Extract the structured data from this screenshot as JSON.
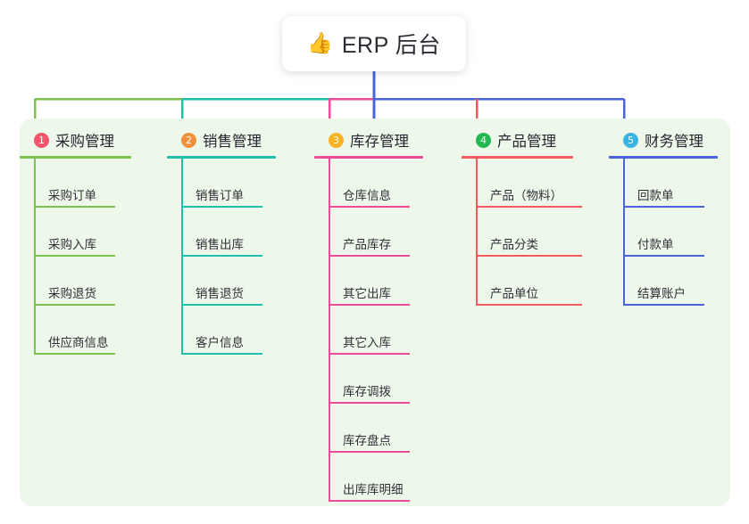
{
  "diagram": {
    "type": "mind-map",
    "root": {
      "icon": "thumbs-up-icon",
      "emoji": "👍",
      "title": "ERP 后台"
    },
    "panel_color": "#eef8ea",
    "branches": [
      {
        "badge": "1",
        "badge_color": "#f4556b",
        "line_color": "#7cc24c",
        "title": "采购管理",
        "items": [
          {
            "label": "采购订单"
          },
          {
            "label": "采购入库"
          },
          {
            "label": "采购退货"
          },
          {
            "label": "供应商信息"
          }
        ]
      },
      {
        "badge": "2",
        "badge_color": "#f0913e",
        "line_color": "#20bfa9",
        "title": "销售管理",
        "items": [
          {
            "label": "销售订单"
          },
          {
            "label": "销售出库"
          },
          {
            "label": "销售退货"
          },
          {
            "label": "客户信息"
          }
        ]
      },
      {
        "badge": "3",
        "badge_color": "#f5b324",
        "line_color": "#ec4d9a",
        "title": "库存管理",
        "items": [
          {
            "label": "仓库信息"
          },
          {
            "label": "产品库存"
          },
          {
            "label": "其它出库"
          },
          {
            "label": "其它入库"
          },
          {
            "label": "库存调拨"
          },
          {
            "label": "库存盘点"
          },
          {
            "label": "出库库明细"
          }
        ]
      },
      {
        "badge": "4",
        "badge_color": "#23b84f",
        "line_color": "#f05b5b",
        "title": "产品管理",
        "items": [
          {
            "label": "产品（物料）"
          },
          {
            "label": "产品分类"
          },
          {
            "label": "产品单位"
          }
        ]
      },
      {
        "badge": "5",
        "badge_color": "#37b3e6",
        "line_color": "#4a63d6",
        "title": "财务管理",
        "items": [
          {
            "label": "回款单"
          },
          {
            "label": "付款单"
          },
          {
            "label": "结算账户"
          }
        ]
      }
    ]
  }
}
